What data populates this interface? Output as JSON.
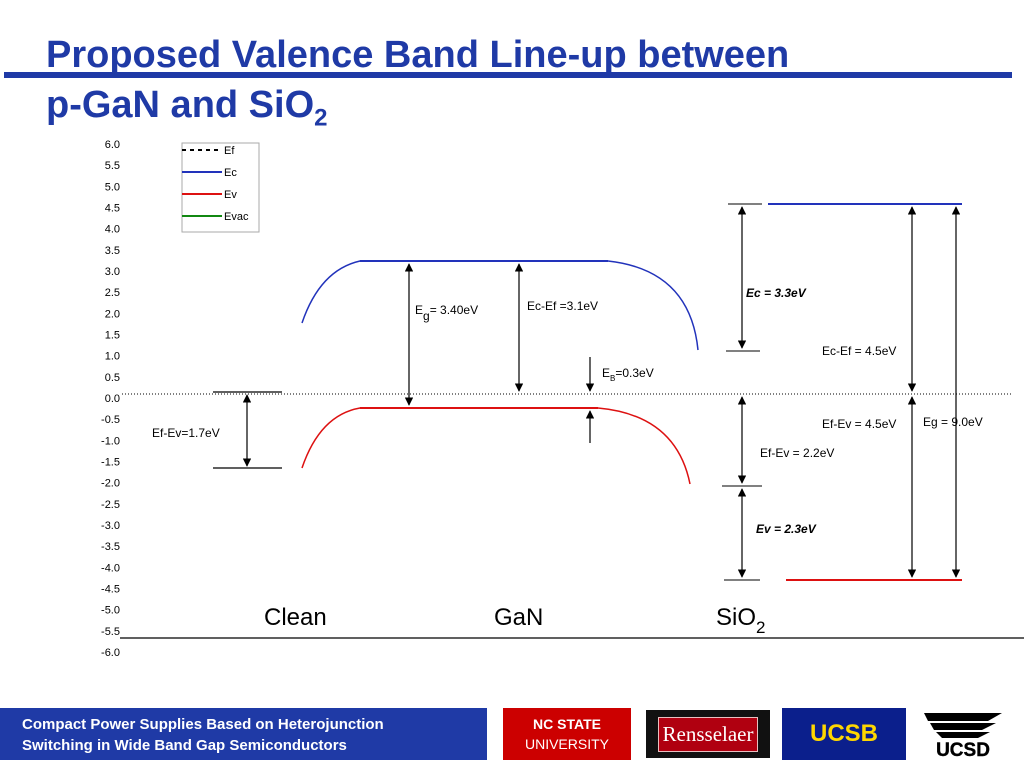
{
  "title": {
    "line1": "Proposed Valence Band Line-up between",
    "line2": "p-GaN and SiO",
    "line2_sub": "2"
  },
  "chart_data": {
    "type": "line",
    "yticks": [
      "6.0",
      "5.5",
      "5.0",
      "4.5",
      "4.0",
      "3.5",
      "3.0",
      "2.5",
      "2.0",
      "1.5",
      "1.0",
      "0.5",
      "0.0",
      "-0.5",
      "-1.0",
      "-1.5",
      "-2.0",
      "-2.5",
      "-3.0",
      "-3.5",
      "-4.0",
      "-4.5",
      "-5.0",
      "-5.5",
      "-6.0"
    ],
    "ylim": [
      -6,
      6
    ],
    "legend": [
      {
        "name": "Ef",
        "color": "#000000",
        "dash": true
      },
      {
        "name": "Ec",
        "color": "#2233bb",
        "dash": false
      },
      {
        "name": "Ev",
        "color": "#dd1111",
        "dash": false
      },
      {
        "name": "Evac",
        "color": "#118811",
        "dash": false
      }
    ],
    "regions": [
      {
        "label": "Clean"
      },
      {
        "label": "GaN"
      },
      {
        "label": "SiO",
        "sub": "2"
      }
    ],
    "levels": {
      "Ef": 0.0,
      "GaN_Ec": 3.1,
      "GaN_Ev": -0.3,
      "clean_Ev": -1.7,
      "SiO2_Ec": 4.5,
      "SiO2_Ev": -4.5
    },
    "annotations": {
      "ef_ev_clean": "Ef-Ev=1.7eV",
      "eg_gan_main": "E",
      "eg_gan_sub": "g",
      "eg_gan_rest": "= 3.40eV",
      "ec_ef_gan": "Ec-Ef =3.1eV",
      "eb_main": "E",
      "eb_sub": "B",
      "eb_rest": "=0.3eV",
      "ec_offset": "Ec = 3.3eV",
      "ec_ef_sio2": "Ec-Ef = 4.5eV",
      "ef_ev_sio2": "Ef-Ev = 4.5eV",
      "eg_sio2": "Eg = 9.0eV",
      "ef_ev_22": "Ef-Ev = 2.2eV",
      "ev_offset": "Ev = 2.3eV"
    }
  },
  "colors": {
    "title_blue": "#1f3aa6",
    "ec_blue": "#2233bb",
    "ev_red": "#dd1111",
    "evac_green": "#118811"
  },
  "footer": {
    "line1": "Compact Power Supplies Based on Heterojunction",
    "line2": "Switching in Wide Band Gap Semiconductors",
    "nc_state": "NC STATE",
    "university": "UNIVERSITY",
    "rensselaer": "Rensselaer",
    "ucsb": "UCSB",
    "ucsd": "UCSD"
  }
}
